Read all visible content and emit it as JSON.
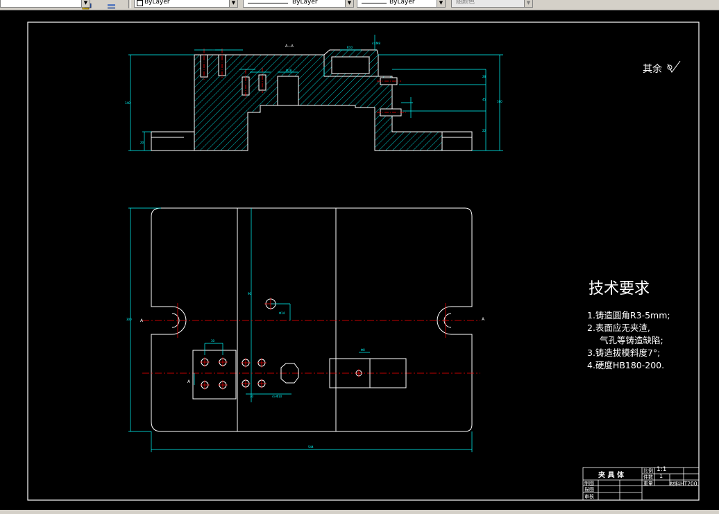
{
  "toolbar": {
    "layer_combo": {
      "value": "ByLayer"
    },
    "linetype_combo": {
      "value": "ByLayer"
    },
    "lineweight_combo": {
      "value": "ByLayer"
    },
    "plotstyle_combo": {
      "value": "随颜色"
    }
  },
  "drawing": {
    "section_label": "A—A",
    "surface_note": "其余",
    "tech_title": "技术要求",
    "tech_items": [
      "1.铸造圆角R3-5mm;",
      "2.表面应无夹渣,",
      "  气孔等铸造缺陷;",
      "3.铸造拔模斜度7°;",
      "4.硬度HB180-200."
    ],
    "title_block": {
      "part_name": "夹 具 体",
      "scale_label": "比例",
      "scale_value": "1:1",
      "qty_label": "件数",
      "qty_value": "1",
      "weight_label": "重量",
      "material": "材料HT200",
      "drawn_label": "制图",
      "design_label": "描图",
      "check_label": "审核"
    }
  },
  "colors": {
    "background": "#000000",
    "outline": "#ffffff",
    "dimension": "#00ffff",
    "hatch": "#00ffff",
    "centerline": "#ff0000",
    "toolbar": "#d4d0c8"
  }
}
